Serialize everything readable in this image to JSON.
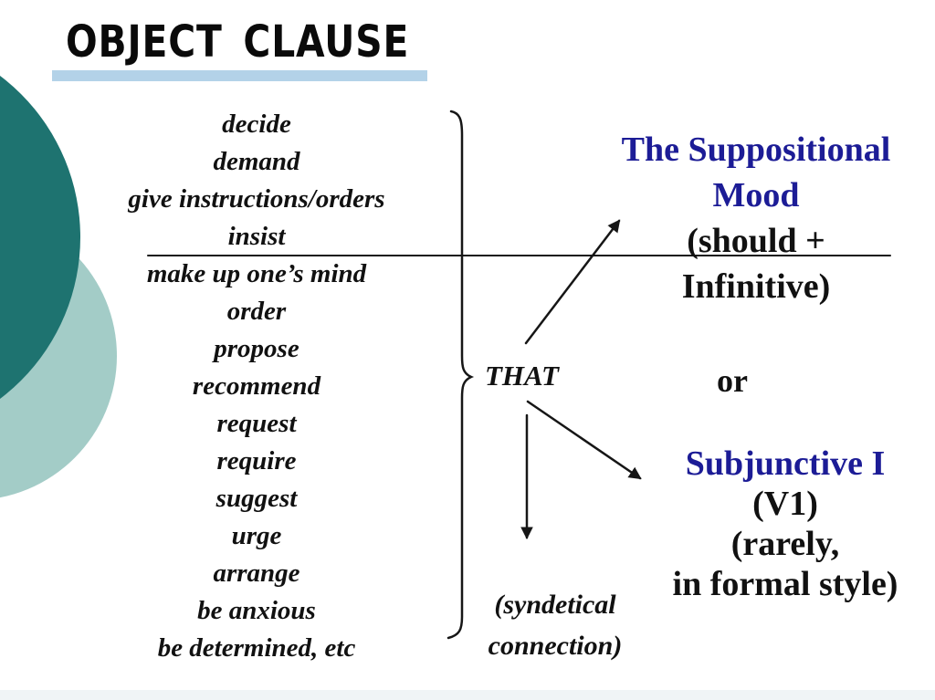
{
  "theme": {
    "background": "#FFFFFF",
    "title_color": "#0A0A0A",
    "text_black": "#111111",
    "accent_blue": "#1C1C96",
    "underline_color": "#B3D2E8",
    "circle_dark_teal": "#1E7370",
    "circle_light_teal": "#A3CCC7",
    "line_color": "#161616",
    "bottom_bar": "#F0F4F6"
  },
  "title": {
    "text": "OBJECT CLAUSE"
  },
  "verb_list": {
    "items": [
      "decide",
      "demand",
      "give instructions/orders",
      "insist",
      "make up one’s mind",
      "order",
      "propose",
      "recommend",
      "request",
      "require",
      "suggest",
      "urge",
      "arrange",
      "be anxious",
      "be determined, etc"
    ]
  },
  "connector": {
    "label": "THAT",
    "note_line1": "(syndetical",
    "note_line2": "connection)"
  },
  "moods": {
    "suppositional": {
      "line1": "The Suppositional",
      "line2": "Mood",
      "line3": "(should +",
      "line4": "Infinitive)"
    },
    "conjunction": "or",
    "subjunctive": {
      "line1": "Subjunctive I",
      "line2": "(V1)",
      "line3": "(rarely,",
      "line4": "in formal style)"
    }
  },
  "graphics": {
    "brace": "right-curly-brace grouping verb list",
    "divider": "horizontal rule across slide",
    "arrow_up": "arrow from THAT to The Suppositional Mood",
    "arrow_down": "arrow from THAT to Subjunctive I",
    "arrow_vertical": "arrow from THAT to syndetical connection note"
  }
}
